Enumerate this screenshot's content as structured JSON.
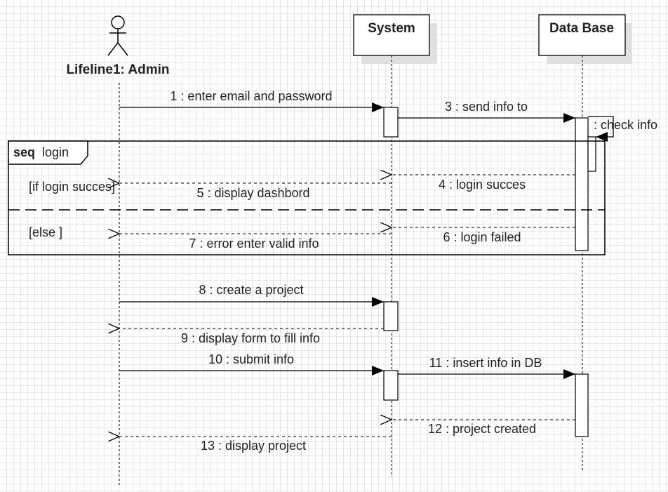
{
  "lifelines": {
    "admin": "Lifeline1: Admin",
    "system": "System",
    "database": "Data Base"
  },
  "fragment": {
    "operator": "seq",
    "name": "login",
    "guard_if": "[if login succes]",
    "guard_else": "[else ]"
  },
  "messages": {
    "m1": "1 : enter email and password",
    "m3": "3 : send info to",
    "m_self": ": check info",
    "m4": "4 : login succes",
    "m5": "5 : display dashbord",
    "m6": "6 : login failed",
    "m7": "7 : error enter valid info",
    "m8": "8 : create a project",
    "m9": "9 : display form to fill info",
    "m10": "10 : submit info",
    "m11": "11 : insert info in DB",
    "m12": "12 : project created",
    "m13": "13 : display project"
  },
  "colors": {
    "line": "#000000",
    "shadow": "#e0e0e0",
    "grid": "#e6e6e6"
  }
}
